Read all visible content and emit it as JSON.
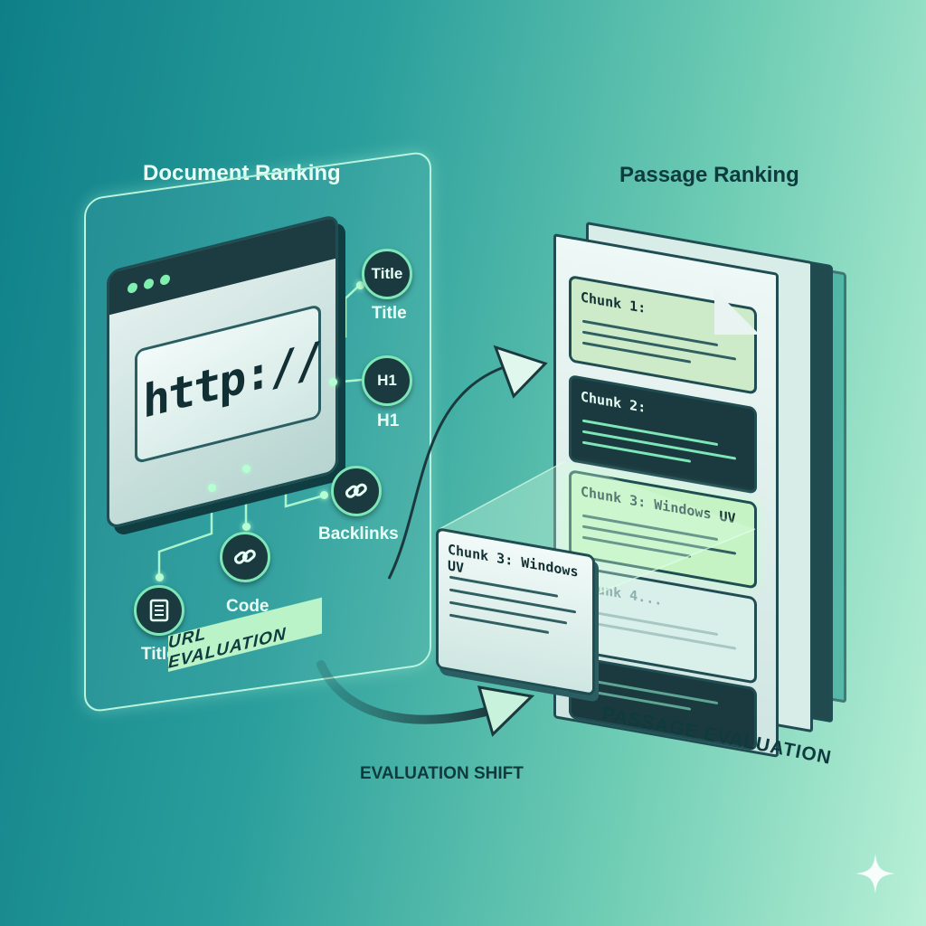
{
  "left": {
    "heading": "Document Ranking",
    "url_text": "http://",
    "nodes": {
      "title_top_circle": "Title",
      "title_top_label": "Title",
      "h1_circle": "H1",
      "h1_label": "H1",
      "backlinks_label": "Backlinks",
      "code_label": "Code",
      "title_bottom_label": "Title"
    },
    "evaluation_label": "URL EVALUATION"
  },
  "right": {
    "heading": "Passage Ranking",
    "chunks": [
      {
        "title": "Chunk 1:"
      },
      {
        "title": "Chunk 2:"
      },
      {
        "title": "Chunk 3: Windows UV"
      },
      {
        "title": "Chunk 4..."
      }
    ],
    "pulled_chunk_title": "Chunk 3: Windows UV",
    "evaluation_label": "PASSAGE EVALUATION"
  },
  "shift_label": "EVALUATION SHIFT",
  "icons": [
    "browser-window-icon",
    "link-chain-icon",
    "document-icon",
    "sparkle-icon",
    "arrow-icon"
  ],
  "colors": {
    "background_start": "#0e7f88",
    "background_end": "#b8f0d6",
    "dark_teal": "#1b3a3f",
    "mint_accent": "#7ee7b8"
  }
}
